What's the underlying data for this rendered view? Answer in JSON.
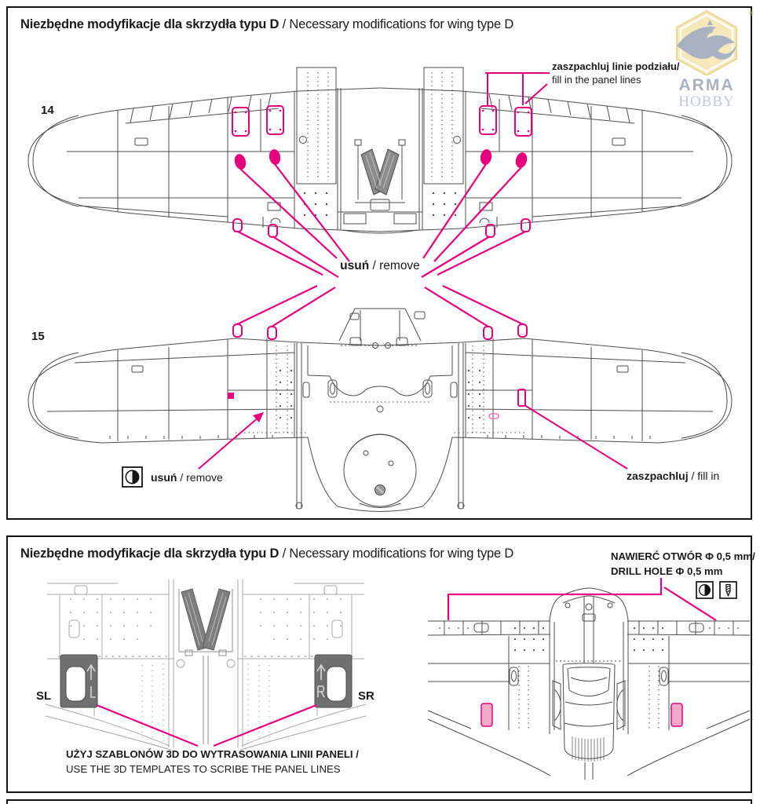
{
  "colors": {
    "magenta": "#E5007D",
    "pink_fill": "#F4A9C8",
    "line_dark": "#4d4d4d",
    "line_light": "#a8a8a8",
    "flap_gray": "#8c8c8c",
    "template_gray": "#707070",
    "logo_gold": "#F5E8BA",
    "logo_blue": "#A9B2C1"
  },
  "panel_top": {
    "title_pl": "Niezbędne modyfikacje dla skrzydła typu D",
    "title_sep": " / ",
    "title_en": "Necessary modifications for wing type D",
    "step_upper_wing": "14",
    "step_lower_wing": "15",
    "callout_fill_panel_lines": {
      "pl": "zaszpachluj linie podziału/",
      "en": "fill in the panel lines"
    },
    "callout_remove": {
      "pl": "usuń",
      "rest": " / remove"
    },
    "callout_remove_with_icon": {
      "pl": "usuń",
      "rest": " / remove",
      "icon": "half-filled-circle-icon"
    },
    "callout_fill_in": {
      "pl": "zaszpachluj",
      "rest": " / fill in"
    }
  },
  "logo": {
    "brand_top": "ARMA",
    "brand_bottom": "HOBBY",
    "registered_mark": "®"
  },
  "panel_bottom": {
    "title_pl": "Niezbędne modyfikacje dla skrzydła typu D",
    "title_sep": " / ",
    "title_en": "Necessary modifications for wing type D",
    "drill_note": {
      "line1_pl": "NAWIERĆ OTWÓR Φ 0,5 mm/",
      "line2_en": "DRILL HOLE Φ 0,5 mm",
      "icons": [
        "half-filled-circle-icon",
        "drill-bit-icon"
      ]
    },
    "template_left_label": "SL",
    "template_right_label": "SR",
    "template_note": {
      "pl": "UŻYJ SZABLONÓW 3D DO WYTRASOWANIA LINII PANELI /",
      "en": "USE THE 3D TEMPLATES TO SCRIBE THE PANEL LINES"
    }
  }
}
